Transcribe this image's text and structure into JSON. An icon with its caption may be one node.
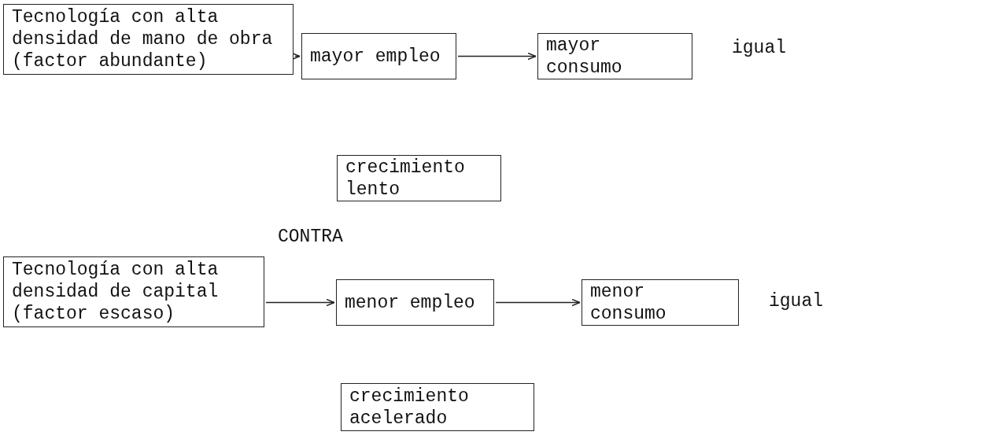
{
  "diagram": {
    "nodes": [
      {
        "text": [
          "Tecnología con alta densidad de mano de obra (factor abundante)"
        ]
      },
      {
        "text": [
          "mayor empleo"
        ]
      },
      {
        "text": [
          "mayor consumo"
        ]
      },
      {
        "text": [
          "crecimiento lento"
        ]
      },
      {
        "text": [
          "Tecnología con alta densidad de capital (factor escaso)"
        ]
      },
      {
        "text": [
          "menor empleo"
        ]
      },
      {
        "text": [
          "menor consumo"
        ]
      },
      {
        "text": [
          "crecimiento acelerado"
        ]
      }
    ],
    "edges": [
      {
        "from": 0,
        "to": 1,
        "arrow": "to"
      },
      {
        "from": 1,
        "to": 2,
        "arrow": "to"
      },
      {
        "from": 4,
        "to": 5,
        "arrow": "to"
      },
      {
        "from": 5,
        "to": 6,
        "arrow": "to"
      }
    ],
    "labels": [
      "igual",
      "CONTRA",
      "igual"
    ]
  }
}
